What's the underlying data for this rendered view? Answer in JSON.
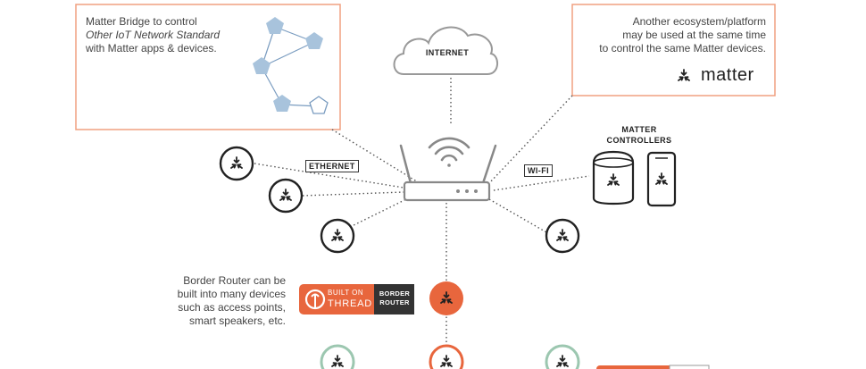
{
  "bridge_box": {
    "line1": "Matter Bridge to control",
    "line2": "Other IoT Network Standard",
    "line3": "with Matter apps & devices."
  },
  "ecosystem_box": {
    "line1": "Another ecosystem/platform",
    "line2": "may be used at the same time",
    "line3": "to control the same Matter devices.",
    "logo_text": "matter"
  },
  "cloud": {
    "label": "INTERNET"
  },
  "links": {
    "ethernet": "ETHERNET",
    "wifi": "WI-FI"
  },
  "controllers": {
    "line1": "MATTER",
    "line2": "CONTROLLERS"
  },
  "border_router_note": {
    "line1": "Border Router can be",
    "line2": "built into many devices",
    "line3": "such as access points,",
    "line4": "smart speakers, etc."
  },
  "thread_badge": {
    "built_on": "BUILT ON",
    "thread": "THREAD",
    "border": "BORDER",
    "router": "ROUTER"
  },
  "colors": {
    "accent_orange": "#e8663d",
    "box_border": "#f0a080",
    "node_stroke": "#222222",
    "thread_ring": "#9cc7b0",
    "bridge_node": "#a8c3dc",
    "router": "#888888"
  }
}
